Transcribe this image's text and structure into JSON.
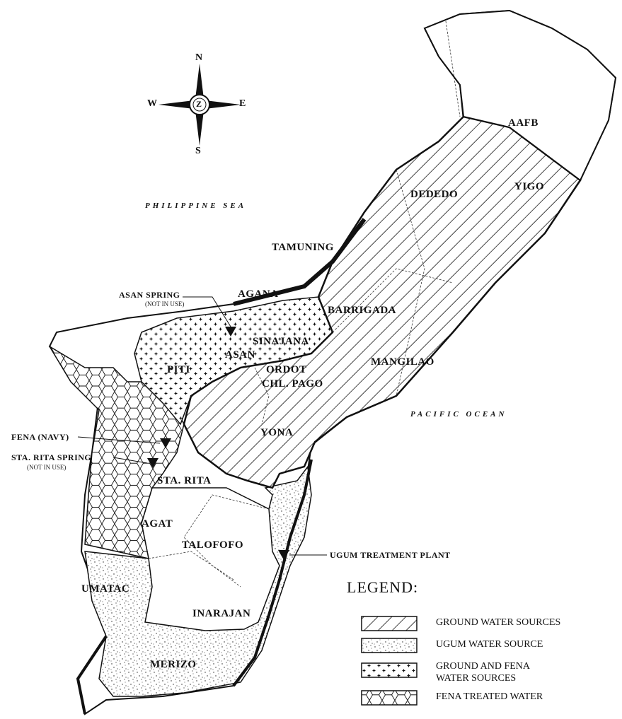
{
  "compass": {
    "n": "N",
    "s": "S",
    "e": "E",
    "w": "W",
    "center": "Z"
  },
  "seas": {
    "philippine": "PHILIPPINE SEA",
    "pacific": "PACIFIC OCEAN"
  },
  "villages": {
    "aafb": "AAFB",
    "dededo": "DEDEDO",
    "yigo": "YIGO",
    "tamuning": "TAMUNING",
    "agana": "AGANA",
    "barrigada": "BARRIGADA",
    "sinajana": "SINAJANA",
    "asan": "ASAN",
    "piti": "PITI",
    "ordot": "ORDOT",
    "chalan_pago": "CHL. PAGO",
    "mangilao": "MANGILAO",
    "yona": "YONA",
    "sta_rita": "STA. RITA",
    "agat": "AGAT",
    "talofofo": "TALOFOFO",
    "umatac": "UMATAC",
    "inarajan": "INARAJAN",
    "merizo": "MERIZO"
  },
  "sources": {
    "asan_spring": "ASAN SPRING",
    "asan_spring_note": "(NOT IN USE)",
    "fena": "FENA (NAVY)",
    "sta_rita_spring": "STA. RITA SPRING",
    "sta_rita_spring_note": "(NOT IN USE)",
    "ugum": "UGUM TREATMENT PLANT"
  },
  "legend": {
    "title": "LEGEND:",
    "items": [
      {
        "label": "GROUND WATER SOURCES",
        "pattern": "hatch"
      },
      {
        "label": "UGUM WATER SOURCE",
        "pattern": "stipple"
      },
      {
        "label": "GROUND AND FENA WATER SOURCES",
        "pattern": "cross"
      },
      {
        "label": "FENA TREATED WATER",
        "pattern": "hex"
      }
    ]
  },
  "colors": {
    "ink": "#111111",
    "paper": "#ffffff"
  }
}
